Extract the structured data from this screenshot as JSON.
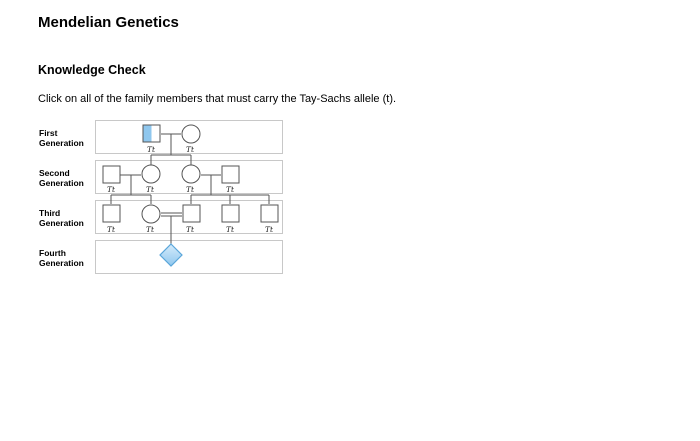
{
  "page": {
    "title": "Mendelian Genetics",
    "section": "Knowledge Check",
    "instruction": "Click on all of the family members that must carry the Tay-Sachs allele (t)."
  },
  "generations": [
    {
      "label": "First Generation"
    },
    {
      "label": "Second Generation"
    },
    {
      "label": "Third Generation"
    },
    {
      "label": "Fourth Generation"
    }
  ],
  "genotypes": {
    "g1_father": "Tt",
    "g1_mother": "Tt",
    "g2_husband1": "Tt",
    "g2_daughter": "Tt",
    "g2_daughter2": "Tt",
    "g2_husband2": "Tt",
    "g3_son1": "Tt",
    "g3_daughter": "Tt",
    "g3_son2": "Tt",
    "g3_son3": "Tt",
    "g3_son4": "Tt"
  },
  "colors": {
    "affected_fill": "#8fc7ee",
    "symbol_stroke": "#555555",
    "box_border": "#c8c8c8"
  }
}
